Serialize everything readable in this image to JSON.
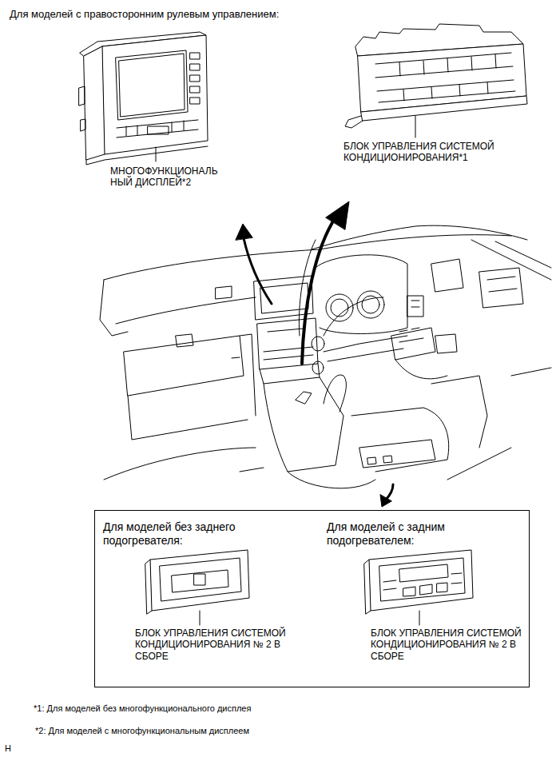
{
  "diagram": {
    "title": "Для моделей с правосторонним рулевым управлением:",
    "nodes": [
      {
        "text": [
          "Для моделей без заднего подогревателя:",
          "БЛОК УПРАВЛЕНИЯ СИСТЕМОЙ КОНДИЦИОНИРОВАНИЯ № 2 В СБОРЕ",
          "Для моделей с задним подогревателем:",
          "БЛОК УПРАВЛЕНИЯ СИСТЕМОЙ КОНДИЦИОНИРОВАНИЯ № 2 В СБОРЕ"
        ]
      }
    ],
    "labels": [
      "МНОГОФУНКЦИОНАЛЬНЫЙ ДИСПЛЕЙ*2",
      "БЛОК УПРАВЛЕНИЯ СИСТЕМОЙ КОНДИЦИОНИРОВАНИЯ*1",
      "*1: Для моделей без многофункционального дисплея",
      "*2: Для моделей с многофункциональным дисплеем",
      "H"
    ]
  }
}
